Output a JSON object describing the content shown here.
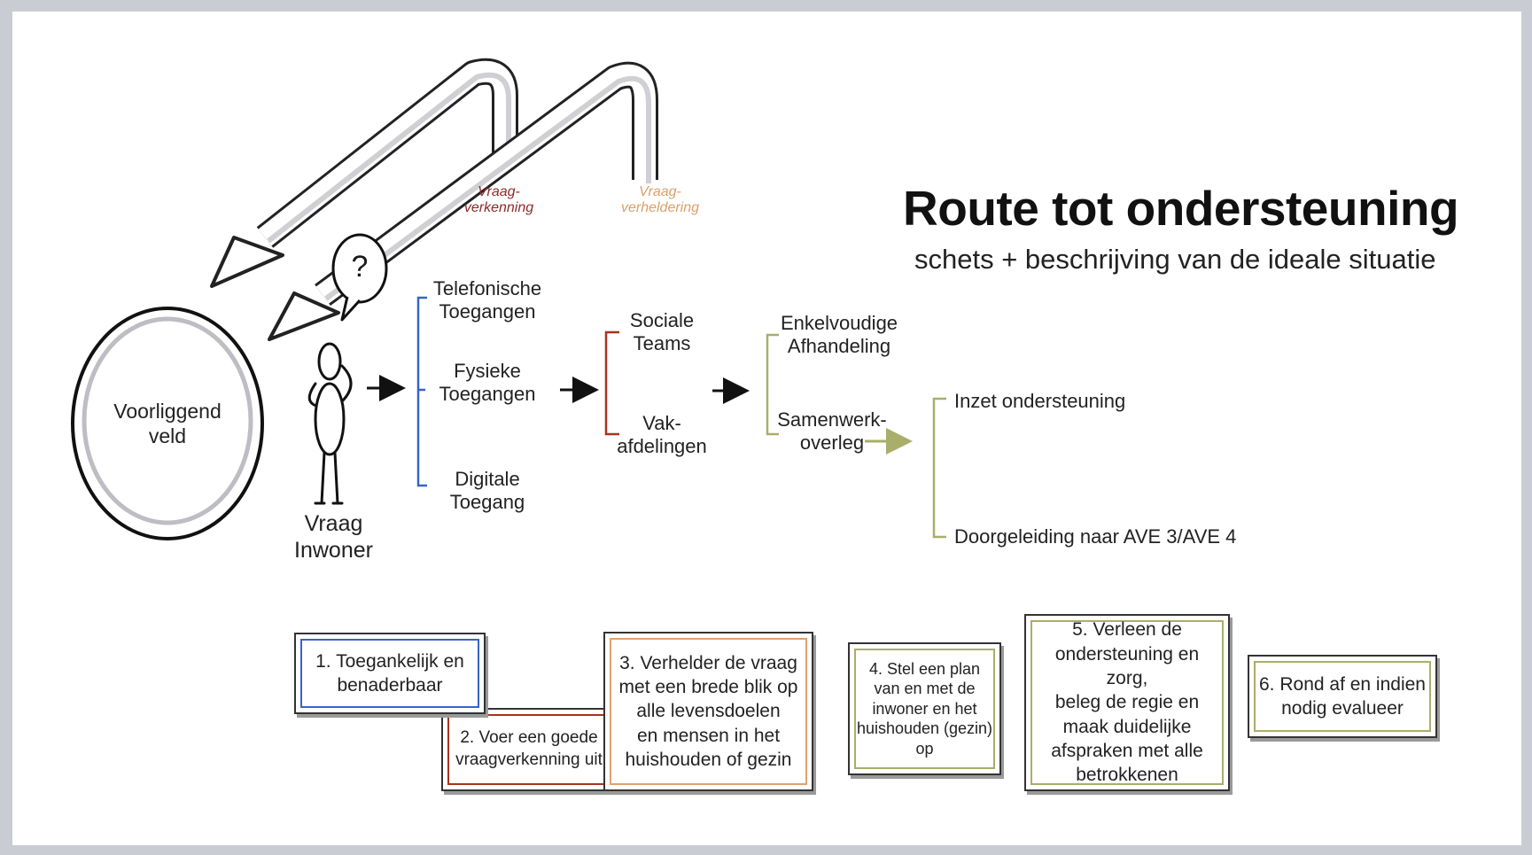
{
  "title": "Route tot ondersteuning",
  "subtitle": "schets + beschrijving van de ideale situatie",
  "arrow_labels": {
    "vraagverkenning": "Vraag-\nverkenning",
    "vraagverheldering": "Vraag-\nverheldering"
  },
  "question_mark": "?",
  "circle_label": "Voorliggend\nveld",
  "person_label": "Vraag\nInwoner",
  "access": {
    "telefonisch": "Telefonische\nToegangen",
    "fysiek": "Fysieke\nToegangen",
    "digitaal": "Digitale\nToegang"
  },
  "teams": {
    "sociaal": "Sociale\nTeams",
    "vak": "Vak-\nafdelingen"
  },
  "handling": {
    "enkelvoudig": "Enkelvoudige\nAfhandeling",
    "samenwerk": "Samenwerk-\noverleg"
  },
  "outcomes": {
    "inzet": "Inzet ondersteuning",
    "doorgeleiding": "Doorgeleiding naar AVE 3/AVE 4"
  },
  "steps": [
    "1. Toegankelijk en\nbenaderbaar",
    "2. Voer een goede\nvraagverkenning uit",
    "3. Verhelder de vraag\nmet een brede blik op\nalle levensdoelen\nen mensen in het\nhuishouden of gezin",
    "4. Stel een plan\nvan en met de\ninwoner en het\nhuishouden (gezin)\nop",
    "5. Verleen de\nondersteuning en zorg,\nbeleg de regie en\nmaak duidelijke\nafspraken met alle\nbetrokkenen",
    "6. Rond af en indien\nnodig evalueer"
  ],
  "colors": {
    "blue": "#3b63c4",
    "red": "#a8321f",
    "orange": "#e0a070",
    "olive": "#a9ae6a",
    "dark_red_text": "#8e2a2a",
    "orange_text": "#d9a06b"
  }
}
